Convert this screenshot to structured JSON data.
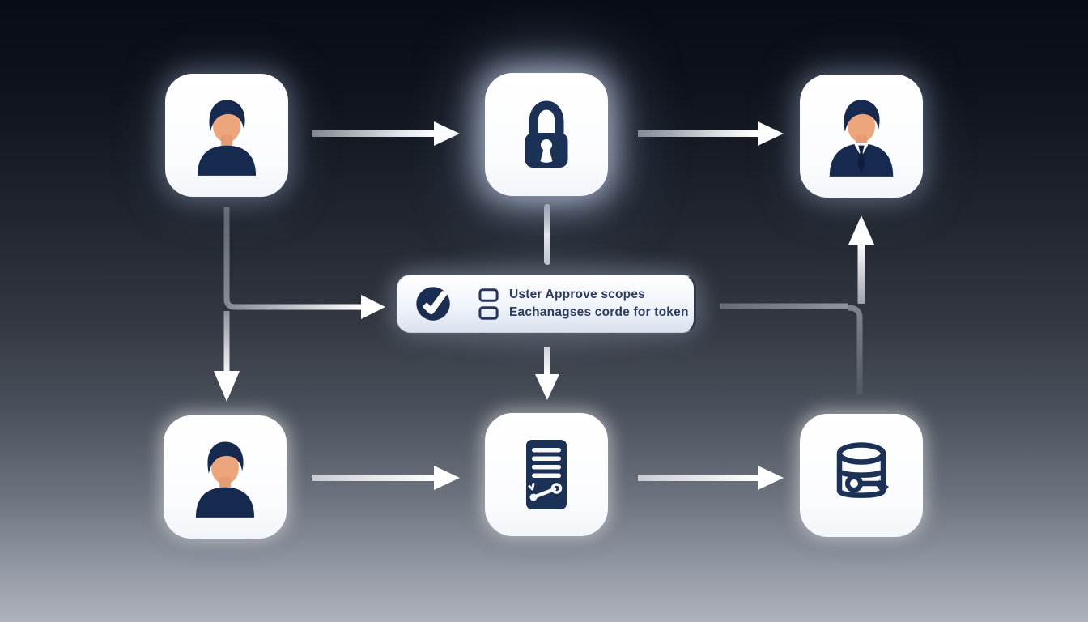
{
  "diagram": {
    "kind": "authorization-flow",
    "banner": {
      "badge_icon": "check-circle-icon",
      "items": [
        {
          "icon": "checkbox-icon",
          "text": "Uster Approve scopes"
        },
        {
          "icon": "checkbox-icon",
          "text": "Eachanagses corde for token"
        }
      ]
    },
    "nodes": [
      {
        "id": "user-top-left",
        "icon": "user-icon"
      },
      {
        "id": "lock",
        "icon": "lock-icon"
      },
      {
        "id": "user-top-right",
        "icon": "user-suit-icon"
      },
      {
        "id": "user-bottom-left",
        "icon": "user-icon"
      },
      {
        "id": "document",
        "icon": "document-signature-icon"
      },
      {
        "id": "database",
        "icon": "database-key-icon"
      }
    ],
    "arrows": [
      {
        "from": "user-top-left",
        "to": "lock"
      },
      {
        "from": "lock",
        "to": "user-top-right"
      },
      {
        "from": "lock",
        "to": "approval-banner"
      },
      {
        "from": "user-top-left",
        "to": "approval-banner"
      },
      {
        "from": "user-top-left",
        "to": "user-bottom-left"
      },
      {
        "from": "approval-banner",
        "to": "document"
      },
      {
        "from": "approval-banner",
        "to": "user-top-right"
      },
      {
        "from": "database",
        "to": "user-top-right"
      },
      {
        "from": "user-bottom-left",
        "to": "document"
      },
      {
        "from": "document",
        "to": "database"
      }
    ],
    "colors": {
      "icon_navy": "#1c3156",
      "skin": "#eda67c",
      "node_bg": "#ffffff",
      "banner_text": "#2b3c5e",
      "bg_top": "#080c15",
      "bg_bottom": "#aeb2ba",
      "arrow_bright": "#ffffff"
    }
  }
}
